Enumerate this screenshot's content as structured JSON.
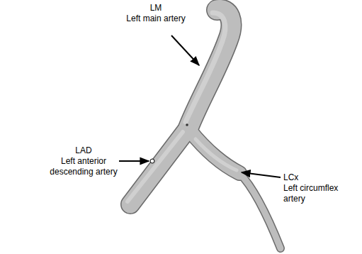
{
  "diagram": {
    "labels": [
      "LM",
      "Left main artery",
      "LAD",
      "Left anterior descending artery",
      "LCx",
      "Left circumflex artery"
    ]
  }
}
